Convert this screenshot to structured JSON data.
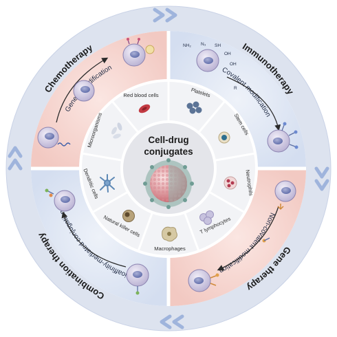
{
  "center": {
    "line1": "Cell-drug",
    "line2": "conjugates"
  },
  "therapies": {
    "chemotherapy": "Chemotherapy",
    "immunotherapy": "Immunotherapy",
    "gene_therapy": "Gene therapy",
    "combination_therapy": "Combination therapy"
  },
  "methods": {
    "genetic": "Genetic modification",
    "covalent": "Covalent modification",
    "noncovalent": "Non-covalent modification",
    "bioaffinity": "Bioaffinity-mediated conjugation"
  },
  "chem_groups": {
    "nh2": "NH₂",
    "n3": "N₃",
    "sh": "SH",
    "oh1": "OH",
    "oh2": "OH",
    "r": "R"
  },
  "cell_types": [
    "Red blood cells",
    "Platelets",
    "Stem cells",
    "Neutrophils",
    "T lymphocytes",
    "Macrophages",
    "Natural killer cells",
    "Dendritic cells",
    "Microorganisms"
  ],
  "colors": {
    "outer_ring": "#dde3ef",
    "quadrant_pink": "#f6d7d2",
    "quadrant_blue": "#dfe6f2",
    "inner_ring": "#ecedf1",
    "center_disc": "#e4e5ea",
    "cell_purple": "#c9c3dd",
    "arrow": "#2b2b2b",
    "chevron": "#9fb4dc"
  }
}
